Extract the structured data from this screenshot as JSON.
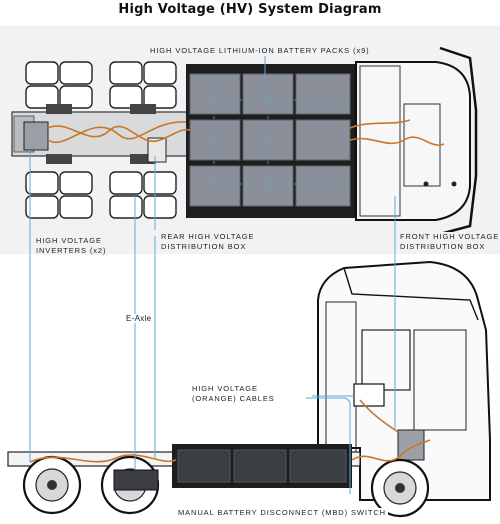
{
  "title": "High Voltage (HV) System Diagram",
  "labels": {
    "battery_packs": "HIGH VOLTAGE LITHIUM-ION BATTERY PACKS (x9)",
    "inverters_line1": "HIGH VOLTAGE",
    "inverters_line2": "INVERTERS (x2)",
    "rear_box_line1": "REAR HIGH VOLTAGE",
    "rear_box_line2": "DISTRIBUTION BOX",
    "front_box_line1": "FRONT HIGH VOLTAGE",
    "front_box_line2": "DISTRIBUTION BOX",
    "e_axle": "E-Axle",
    "cables_line1": "HIGH VOLTAGE",
    "cables_line2": "(ORANGE) CABLES",
    "mbd_switch": "MANUAL BATTERY DISCONNECT (MBD) SWITCH"
  },
  "colors": {
    "leader_line": "#5aa9d6",
    "hv_cable": "#c8782c",
    "battery_fill": "#8a8f99",
    "frame_dark": "#1c1c1c"
  }
}
